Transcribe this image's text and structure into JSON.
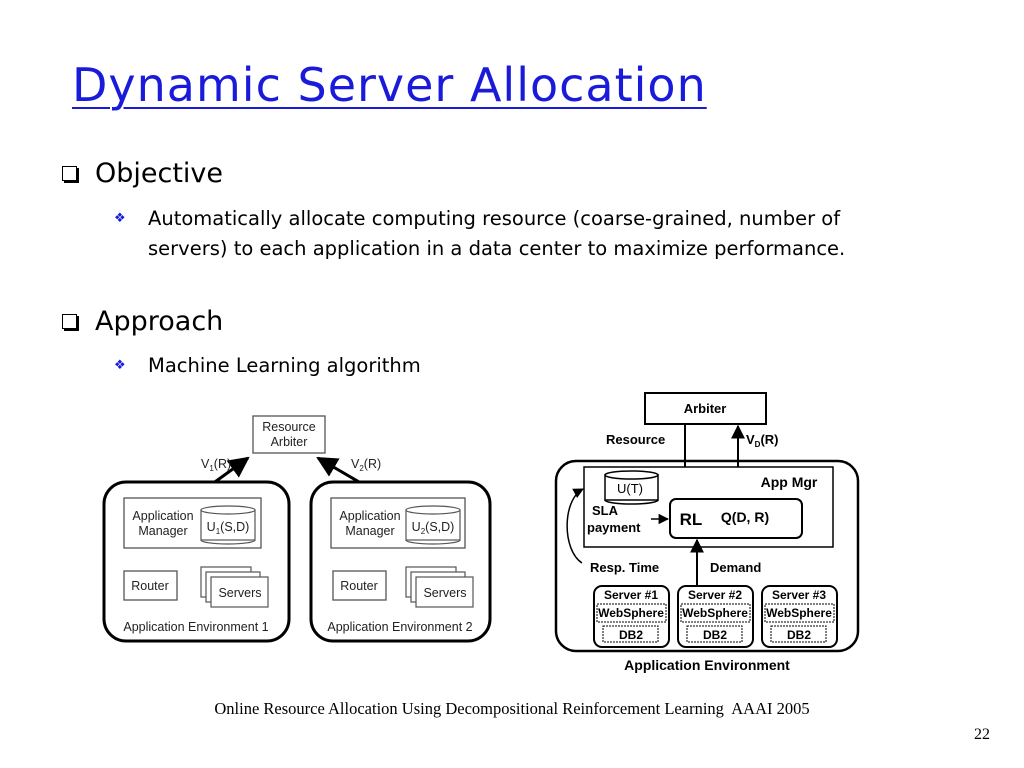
{
  "title": "Dynamic Server Allocation",
  "sections": [
    {
      "heading": "Objective",
      "items": [
        "Automatically allocate computing resource (coarse-grained, number of servers) to each application in a data center to maximize performance."
      ]
    },
    {
      "heading": "Approach",
      "items": [
        "Machine Learning algorithm"
      ]
    }
  ],
  "diagram_left": {
    "arbiter": [
      "Resource",
      "Arbiter"
    ],
    "v1": {
      "base": "V",
      "sub": "1",
      "tail": "(R)"
    },
    "v2": {
      "base": "V",
      "sub": "2",
      "tail": "(R)"
    },
    "env1": {
      "manager": [
        "Application",
        "Manager"
      ],
      "utility": {
        "base": "U",
        "sub": "1",
        "tail": "(S,D)"
      },
      "router": "Router",
      "servers": "Servers",
      "label": "Application Environment 1"
    },
    "env2": {
      "manager": [
        "Application",
        "Manager"
      ],
      "utility": {
        "base": "U",
        "sub": "2",
        "tail": "(S,D)"
      },
      "router": "Router",
      "servers": "Servers",
      "label": "Application Environment 2"
    }
  },
  "diagram_right": {
    "arbiter": "Arbiter",
    "resource": "Resource",
    "vd": {
      "base": "V",
      "sub": "D",
      "tail": "(R)"
    },
    "app_mgr": "App Mgr",
    "ut": "U(T)",
    "sla": [
      "SLA",
      "payment"
    ],
    "rl": "RL",
    "q": "Q(D, R)",
    "resp_time": "Resp. Time",
    "demand": "Demand",
    "servers": [
      {
        "name": "Server #1",
        "middleware": "WebSphere",
        "db": "DB2"
      },
      {
        "name": "Server #2",
        "middleware": "WebSphere",
        "db": "DB2"
      },
      {
        "name": "Server #3",
        "middleware": "WebSphere",
        "db": "DB2"
      }
    ],
    "env_label": "Application Environment"
  },
  "footer": "Online Resource Allocation Using Decompositional Reinforcement Learning  AAAI 2005",
  "page_number": "22"
}
